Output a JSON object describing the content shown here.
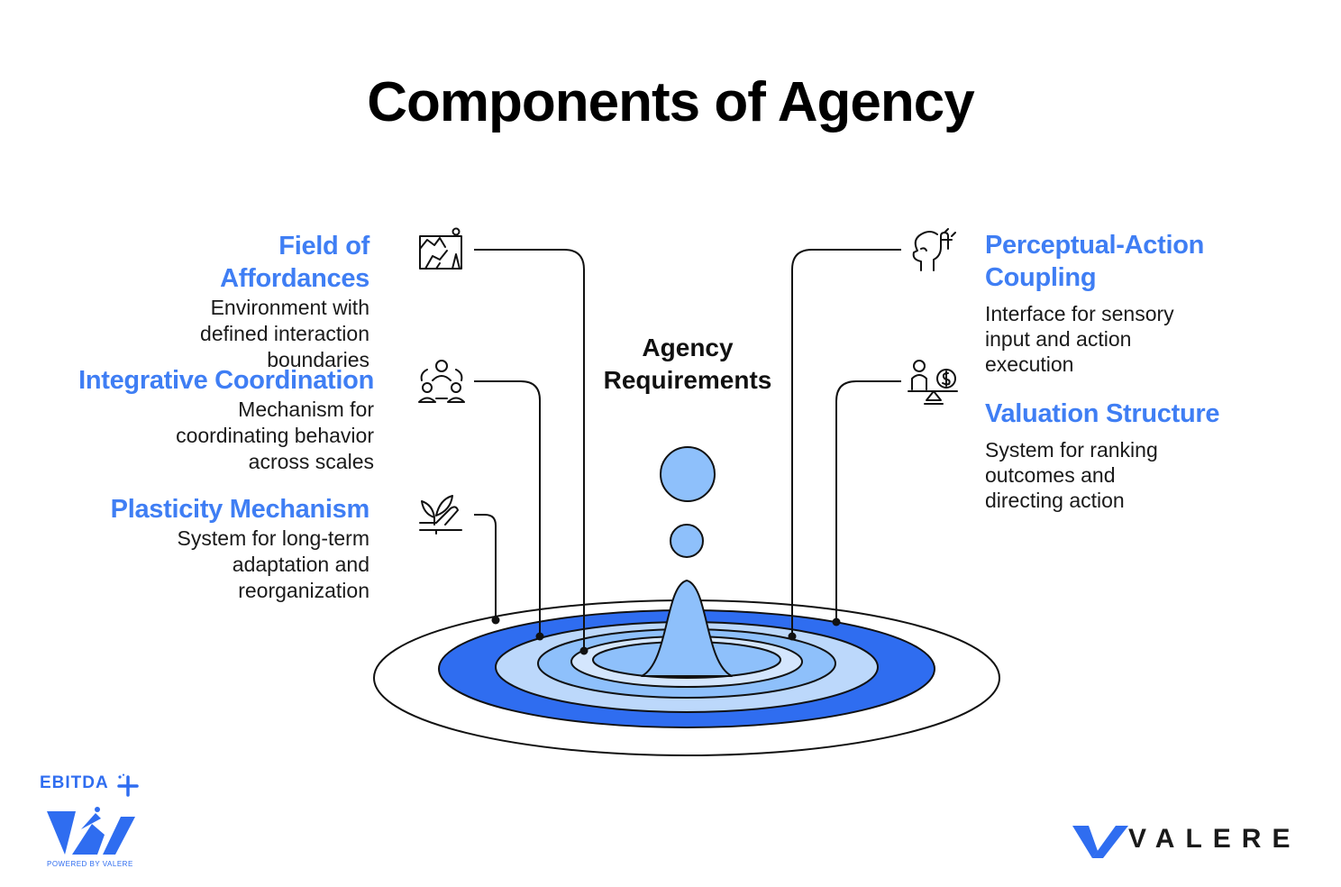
{
  "title": "Components of Agency",
  "center_label": "Agency Requirements",
  "colors": {
    "accent_blue": "#3f7ef4",
    "deep_blue": "#2f6df0",
    "light_blue": "#8ec0fb",
    "pale_blue": "#bcd8fb",
    "ring_blue": "#d4e6fd"
  },
  "components": [
    {
      "title": "Field of Affordances",
      "description": "Environment with defined interaction boundaries",
      "icon": "landscape-icon"
    },
    {
      "title": "Integrative Coordination",
      "description": "Mechanism for coordinating behavior across scales",
      "icon": "team-coordination-icon"
    },
    {
      "title": "Plasticity Mechanism",
      "description": "System for long-term adaptation and reorganization",
      "icon": "sprout-hand-icon"
    },
    {
      "title": "Perceptual-Action Coupling",
      "description": "Interface for sensory input and action execution",
      "icon": "head-hand-icon"
    },
    {
      "title": "Valuation Structure",
      "description": "System for ranking outcomes and directing action",
      "icon": "person-money-scale-icon"
    }
  ],
  "brands": {
    "ebitda_word": "EBITDA",
    "ebitda_powered": "POWERED BY VALERE",
    "valere_word": "VALERE"
  }
}
